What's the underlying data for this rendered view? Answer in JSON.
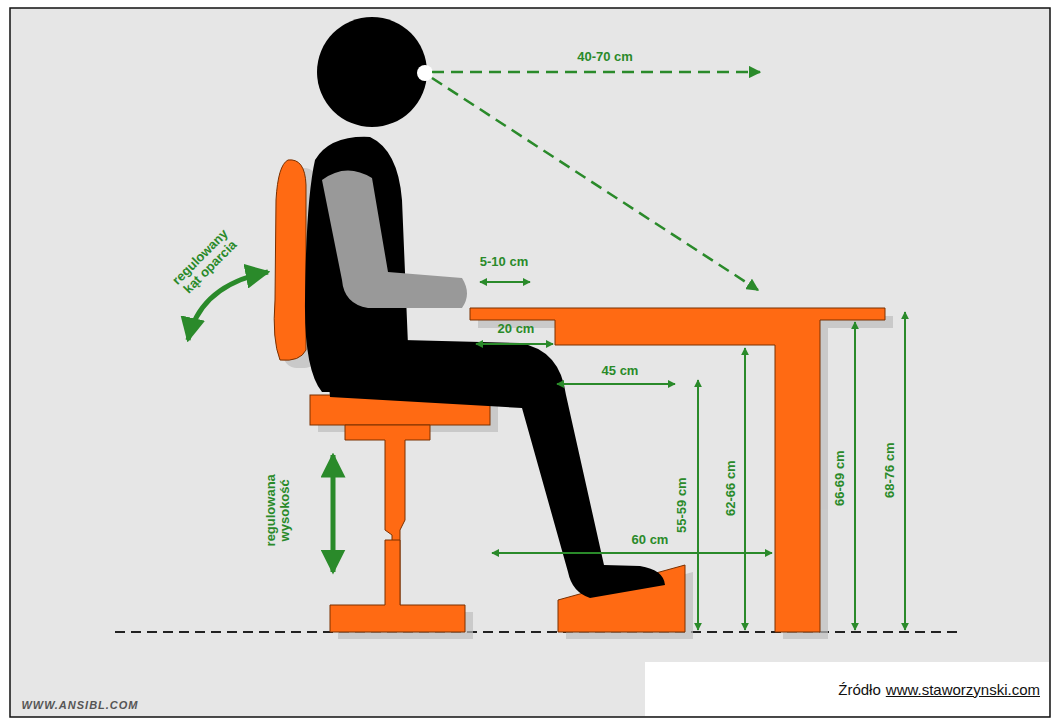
{
  "diagram": {
    "labels": [
      "40-70 cm",
      "regulowany kąt oparcia",
      "5-10 cm",
      "20 cm",
      "45 cm",
      "regulowana wysokość",
      "55-59 cm",
      "62-66 cm",
      "66-69 cm",
      "68-76 cm",
      "60 cm",
      "WWW.ANSIBL.COM",
      "Źródło",
      "www.staworzynski.com"
    ]
  }
}
